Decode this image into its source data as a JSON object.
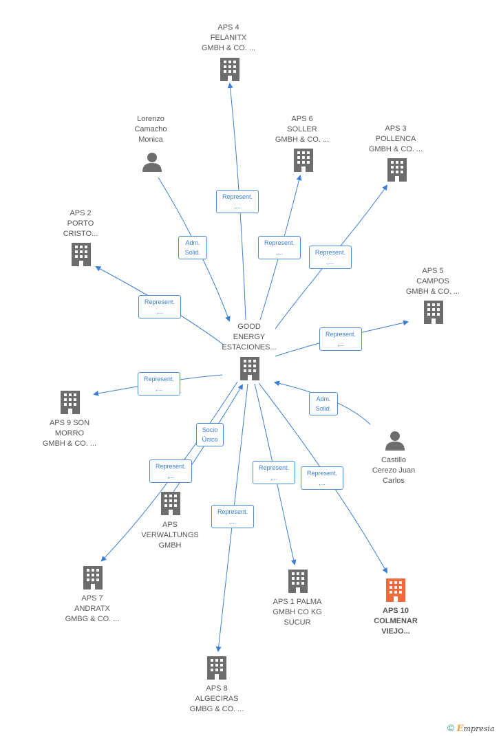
{
  "nodes": {
    "center": {
      "lines": [
        "GOOD",
        "ENERGY",
        "ESTACIONES..."
      ],
      "kind": "company"
    },
    "aps4": {
      "lines": [
        "APS 4",
        "FELANITX",
        "GMBH & CO. ..."
      ],
      "kind": "company"
    },
    "lorenzo": {
      "lines": [
        "Lorenzo",
        "Camacho",
        "Monica"
      ],
      "kind": "person"
    },
    "aps6": {
      "lines": [
        "APS 6",
        "SOLLER",
        "GMBH & CO. ..."
      ],
      "kind": "company"
    },
    "aps3": {
      "lines": [
        "APS 3",
        "POLLENCA",
        "GMBH & CO. ..."
      ],
      "kind": "company"
    },
    "aps2": {
      "lines": [
        "APS 2",
        "PORTO",
        "CRISTO..."
      ],
      "kind": "company"
    },
    "aps5": {
      "lines": [
        "APS 5",
        "CAMPOS",
        "GMBH & CO. ..."
      ],
      "kind": "company"
    },
    "aps9": {
      "lines": [
        "APS 9 SON",
        "MORRO",
        "GMBH & CO. ..."
      ],
      "kind": "company"
    },
    "castillo": {
      "lines": [
        "Castillo",
        "Cerezo Juan",
        "Carlos"
      ],
      "kind": "person"
    },
    "verwaltungs": {
      "lines": [
        "APS",
        "VERWALTUNGS",
        "GMBH"
      ],
      "kind": "company"
    },
    "aps7": {
      "lines": [
        "APS 7",
        "ANDRATX",
        "GMBG & CO. ..."
      ],
      "kind": "company"
    },
    "aps1": {
      "lines": [
        "APS 1 PALMA",
        "GMBH CO KG",
        "SUCUR"
      ],
      "kind": "company"
    },
    "aps10": {
      "lines": [
        "APS 10",
        "COLMENAR",
        "VIEJO..."
      ],
      "kind": "company-highlight"
    },
    "aps8": {
      "lines": [
        "APS 8",
        "ALGECIRAS",
        "GMBG & CO. ..."
      ],
      "kind": "company"
    }
  },
  "edges": [
    {
      "id": "to-aps4",
      "lines": [
        "Represent.",
        ",..."
      ]
    },
    {
      "id": "from-lorenzo",
      "lines": [
        "Adm.",
        "Solid."
      ]
    },
    {
      "id": "to-aps6",
      "lines": [
        "Represent.",
        ",..."
      ]
    },
    {
      "id": "to-aps3",
      "lines": [
        "Represent.",
        ",..."
      ]
    },
    {
      "id": "to-aps2",
      "lines": [
        "Represent.",
        ",..."
      ]
    },
    {
      "id": "to-aps5",
      "lines": [
        "Represent.",
        ",..."
      ]
    },
    {
      "id": "to-aps9",
      "lines": [
        "Represent.",
        ",..."
      ]
    },
    {
      "id": "from-castillo",
      "lines": [
        "Adm.",
        "Solid."
      ]
    },
    {
      "id": "from-verwaltungs",
      "lines": [
        "Socio",
        "Único"
      ]
    },
    {
      "id": "to-aps7",
      "lines": [
        "Represent.",
        ",..."
      ]
    },
    {
      "id": "to-aps1",
      "lines": [
        "Represent.",
        ",..."
      ]
    },
    {
      "id": "to-aps10",
      "lines": [
        "Represent.",
        ",..."
      ]
    },
    {
      "id": "to-aps8",
      "lines": [
        "Represent.",
        ",..."
      ]
    }
  ],
  "colors": {
    "edge": "#3a7fd5",
    "company": "#6d6d6d",
    "highlight": "#f26a3a",
    "person": "#6d6d6d"
  },
  "footer": {
    "symbol": "©",
    "brand_initial": "E",
    "brand_rest": "mpresia"
  }
}
